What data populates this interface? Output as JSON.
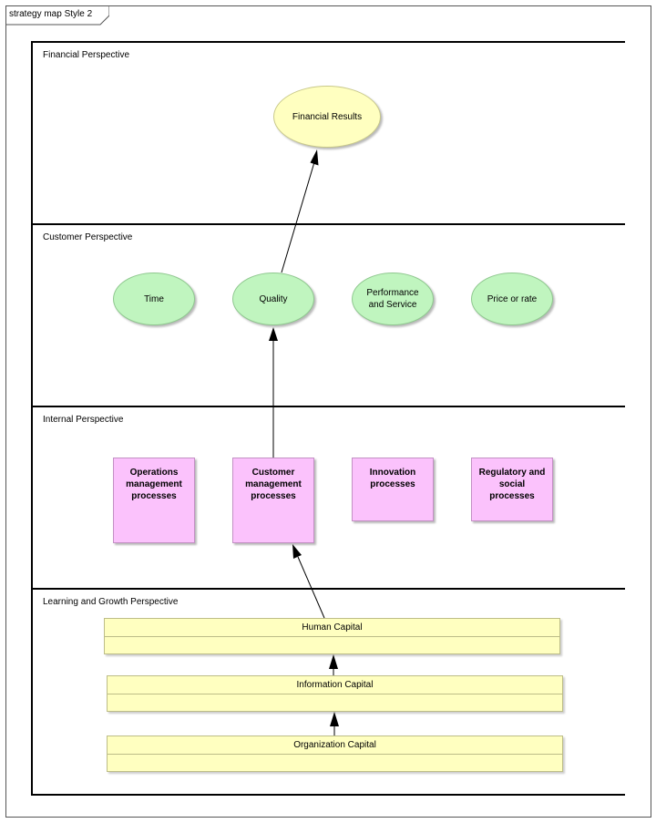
{
  "diagram": {
    "title": "strategy map Style 2",
    "lanes": [
      {
        "title": "Financial Perspective"
      },
      {
        "title": "Customer Perspective"
      },
      {
        "title": "Internal Perspective"
      },
      {
        "title": "Learning and Growth Perspective"
      }
    ],
    "financial": {
      "result": "Financial Results"
    },
    "customer": {
      "time": "Time",
      "quality": "Quality",
      "performance": "Performance and Service",
      "price": "Price or rate"
    },
    "internal": {
      "operations": "Operations management processes",
      "customer_mgmt": "Customer management processes",
      "innovation": "Innovation processes",
      "regulatory": "Regulatory and social processes"
    },
    "learning": {
      "human": "Human Capital",
      "information": "Information Capital",
      "organization": "Organization Capital"
    },
    "colors": {
      "financial_fill": "#ffffc0",
      "customer_fill": "#c0f5bf",
      "process_fill": "#fbc2fc",
      "capital_fill": "#ffffc0"
    }
  }
}
